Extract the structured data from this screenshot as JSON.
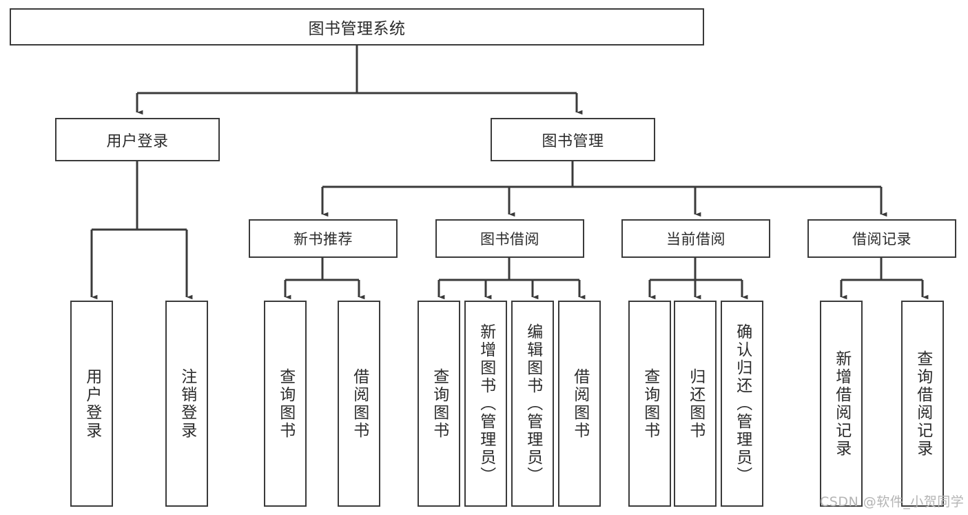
{
  "diagram": {
    "title": "图书管理系统",
    "watermark": "CSDN @软件_小贺同学",
    "stroke_color": "#3a3a3a",
    "text_color": "#2b2b2b",
    "background_color": "#ffffff",
    "watermark_color": "#b4b4b4"
  },
  "nodes": {
    "root": {
      "label": "图书管理系统"
    },
    "level1": [
      {
        "label": "用户登录"
      },
      {
        "label": "图书管理"
      }
    ],
    "level2": [
      {
        "label": "新书推荐"
      },
      {
        "label": "图书借阅"
      },
      {
        "label": "当前借阅"
      },
      {
        "label": "借阅记录"
      }
    ],
    "leaves": {
      "user_login": [
        {
          "label": "用户登录"
        },
        {
          "label": "注销登录"
        }
      ],
      "new_book_recommend": [
        {
          "label": "查询图书"
        },
        {
          "label": "借阅图书"
        }
      ],
      "book_borrow": [
        {
          "label": "查询图书"
        },
        {
          "label": "新增图书（管理员）"
        },
        {
          "label": "编辑图书（管理员）"
        },
        {
          "label": "借阅图书"
        }
      ],
      "current_borrow": [
        {
          "label": "查询图书"
        },
        {
          "label": "归还图书"
        },
        {
          "label": "确认归还（管理员）"
        }
      ],
      "borrow_record": [
        {
          "label": "新增借阅记录"
        },
        {
          "label": "查询借阅记录"
        }
      ]
    }
  }
}
